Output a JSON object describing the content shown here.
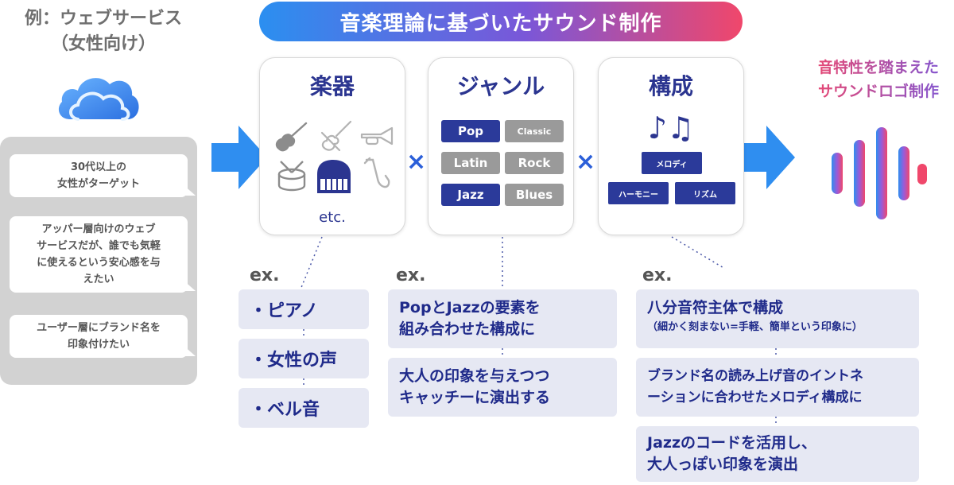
{
  "banner": {
    "title": "音楽理論に基づいたサウンド制作"
  },
  "left": {
    "title_line1": "例：ウェブサービス",
    "title_line2": "（女性向け）",
    "bubbles": [
      {
        "lines": [
          "30代以上の",
          "女性がターゲット"
        ]
      },
      {
        "lines": [
          "アッパー層向けのウェブ",
          "サービスだが、誰でも気軽",
          "に使えるという安心感を与",
          "えたい"
        ]
      },
      {
        "lines": [
          "ユーザー層にブランド名を",
          "印象付けたい"
        ]
      }
    ]
  },
  "operators": {
    "times": "×"
  },
  "instruments": {
    "title": "楽器",
    "icons": [
      "guitar-icon",
      "violin-icon",
      "trumpet-icon",
      "drum-icon",
      "piano-icon",
      "saxophone-icon"
    ],
    "etc": "etc.",
    "ex_label": "ex.",
    "examples": [
      "・ピアノ",
      "・女性の声",
      "・ベル音"
    ]
  },
  "genre": {
    "title": "ジャンル",
    "tags": [
      {
        "label": "Pop",
        "active": true
      },
      {
        "label": "Classic",
        "active": false
      },
      {
        "label": "Latin",
        "active": false
      },
      {
        "label": "Rock",
        "active": false
      },
      {
        "label": "Jazz",
        "active": true
      },
      {
        "label": "Blues",
        "active": false
      }
    ],
    "ex_label": "ex.",
    "examples": [
      {
        "lines": [
          "PopとJazzの要素を",
          "組み合わせた構成に"
        ]
      },
      {
        "lines": [
          "大人の印象を与えつつ",
          "キャッチーに演出する"
        ]
      }
    ]
  },
  "composition": {
    "title": "構成",
    "notes": "♪♫",
    "melody": "メロディ",
    "harmony": "ハーモニー",
    "rhythm": "リズム",
    "ex_label": "ex.",
    "examples": [
      {
        "main": "八分音符主体で構成",
        "sub": "（細かく刻まない=手軽、簡単という印象に）"
      },
      {
        "lines": [
          "ブランド名の読み上げ音のイントネ",
          "ーションに合わせたメロディ構成に"
        ]
      },
      {
        "lines": [
          "Jazzのコードを活用し、",
          "大人っぽい印象を演出"
        ]
      }
    ]
  },
  "result": {
    "title_line1": "音特性を踏まえた",
    "title_line2": "サウンドロゴ制作",
    "icon": "sound-wave-icon"
  },
  "colors": {
    "navy": "#2b3a9a",
    "gray_tag": "#9a9a9a",
    "arrow_blue": "#2f8ef0",
    "gradient_start": "#2b8ff0",
    "gradient_end": "#f0476b"
  }
}
